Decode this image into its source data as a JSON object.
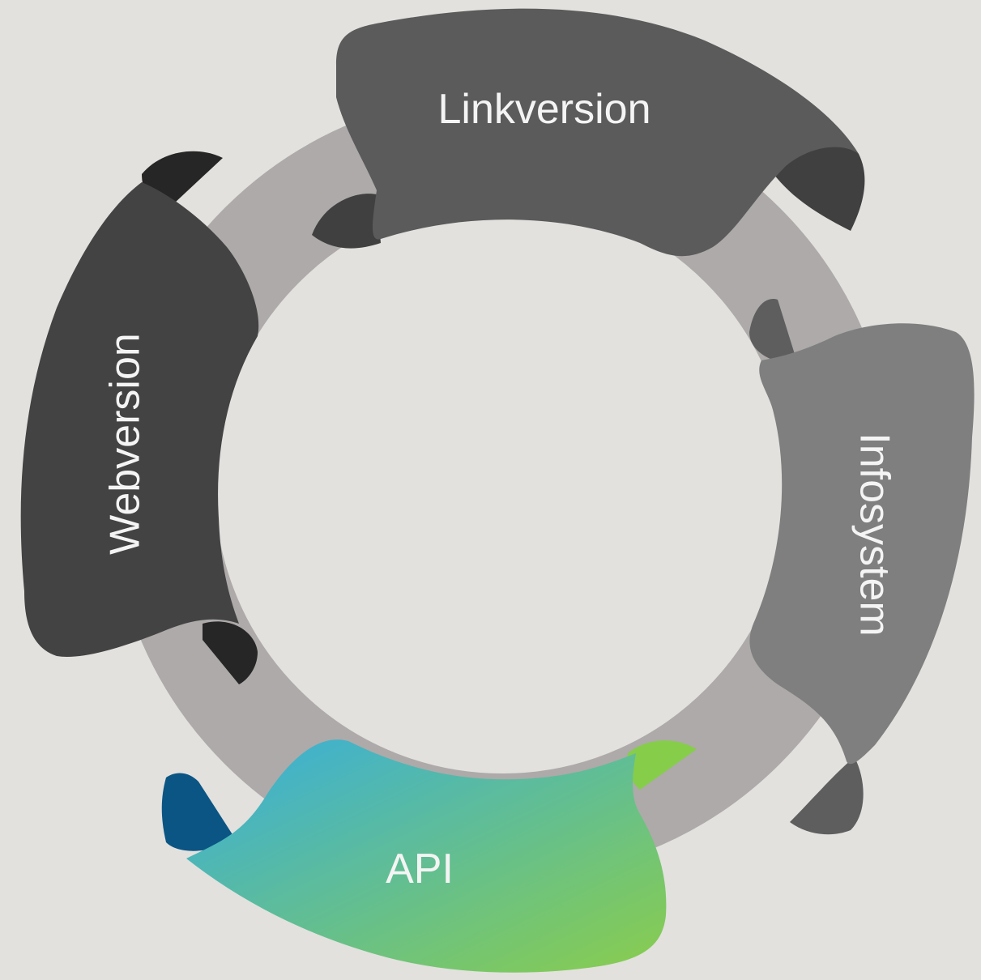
{
  "diagram": {
    "segments": [
      {
        "id": "linkversion",
        "label": "Linkversion",
        "color": "#5b5b5b"
      },
      {
        "id": "infosystem",
        "label": "Infosystem",
        "color": "#7f7f7f"
      },
      {
        "id": "api",
        "label": "API",
        "color_start": "#37aede",
        "color_end": "#8acd4c"
      },
      {
        "id": "webversion",
        "label": "Webversion",
        "color": "#434343"
      }
    ],
    "ring_color": "#adaaa9",
    "background_color": "#e2e1de"
  }
}
